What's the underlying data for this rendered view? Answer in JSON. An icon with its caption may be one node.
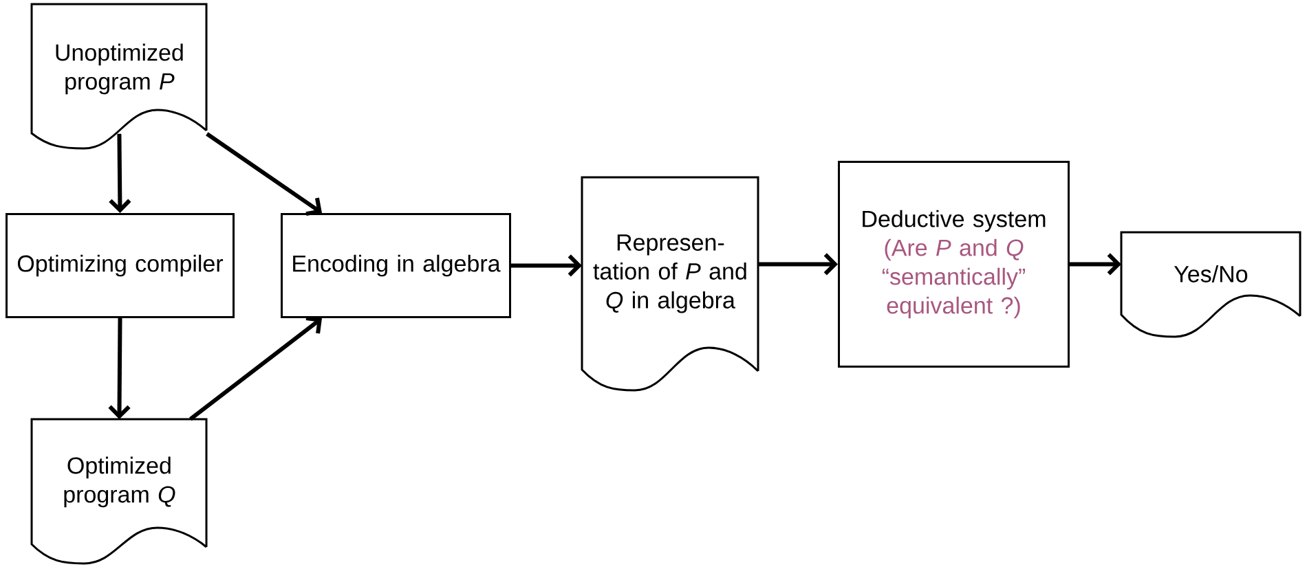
{
  "diagram": {
    "nodes": [
      {
        "text": [
          "Unoptimized program *P*"
        ]
      },
      {
        "text": [
          "Optimizing compiler"
        ]
      },
      {
        "text": [
          "Optimized program *Q*"
        ]
      },
      {
        "text": [
          "Encoding in algebra"
        ]
      },
      {
        "text": [
          "Represen-tation of *P* and *Q* in algebra"
        ]
      },
      {
        "text": [
          "Deductive system",
          "(Are *P* and *Q* “semantically” equivalent ?)"
        ]
      },
      {
        "text": [
          "Yes/No"
        ]
      }
    ],
    "edges": [
      {
        "from": 0,
        "to": 1,
        "arrow": "to"
      },
      {
        "from": 0,
        "to": 3,
        "arrow": "to"
      },
      {
        "from": 1,
        "to": 2,
        "arrow": "to"
      },
      {
        "from": 2,
        "to": 3,
        "arrow": "to"
      },
      {
        "from": 3,
        "to": 4,
        "arrow": "to"
      },
      {
        "from": 4,
        "to": 5,
        "arrow": "to"
      },
      {
        "from": 5,
        "to": 6,
        "arrow": "to"
      }
    ]
  }
}
